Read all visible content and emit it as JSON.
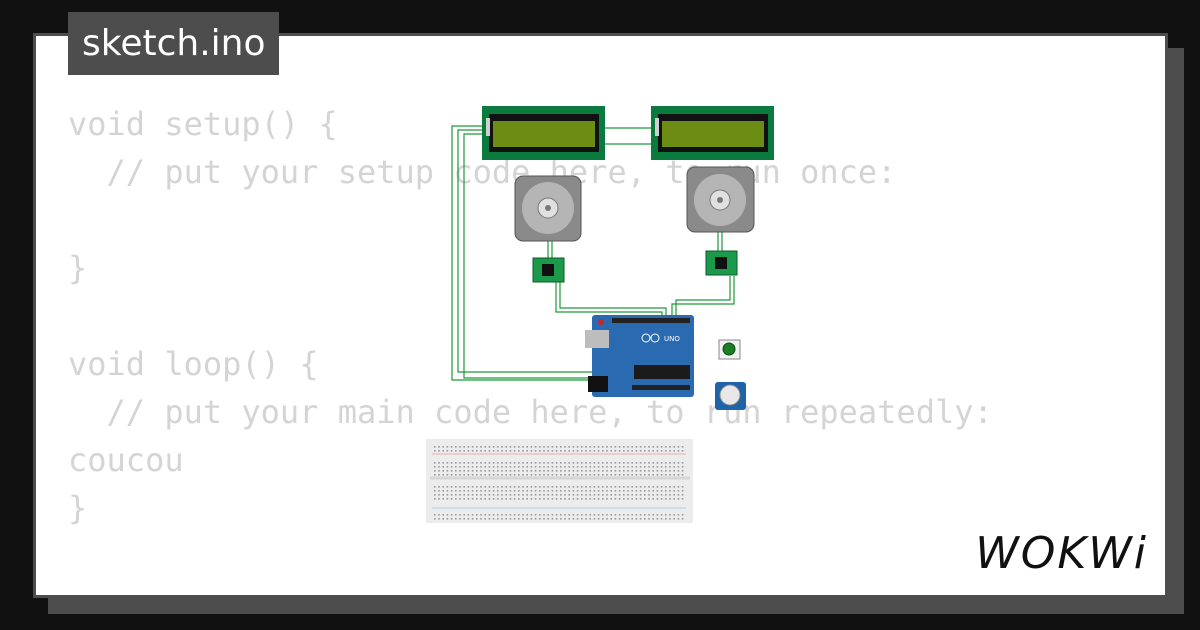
{
  "file_name": "sketch.ino",
  "code_lines": [
    "void setup() {",
    "  // put your setup code here, to run once:",
    "",
    "}",
    "",
    "void loop() {",
    "  // put your main code here, to run repeatedly:",
    "coucou",
    "}"
  ],
  "brand": "WOKWi",
  "colors": {
    "background": "#111111",
    "card_border": "#4d4d4d",
    "code_text": "#d4d4d4",
    "lcd_pcb": "#0b7a3e",
    "lcd_screen": "#6c8c14",
    "arduino": "#2a6ab1",
    "wire": "#1f9a3a"
  },
  "components": {
    "lcd_left": "lcd1602-icon",
    "lcd_right": "lcd1602-icon",
    "motor_left": "stepper-motor-icon",
    "motor_right": "stepper-motor-icon",
    "driver_left": "a4988-driver-icon",
    "driver_right": "a4988-driver-icon",
    "board": "arduino-uno-icon",
    "board_label": "UNO",
    "button": "pushbutton-icon",
    "potentiometer": "potentiometer-icon",
    "breadboard": "breadboard-icon"
  }
}
